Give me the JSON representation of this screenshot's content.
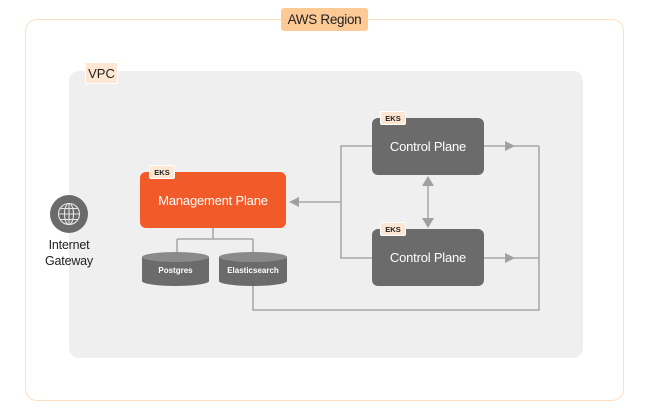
{
  "region": {
    "label": "AWS Region"
  },
  "vpc": {
    "label": "VPC"
  },
  "internet_gateway": {
    "label_line1": "Internet",
    "label_line2": "Gateway",
    "icon": "globe-icon"
  },
  "management_plane": {
    "badge": "EKS",
    "label": "Management Plane"
  },
  "databases": [
    {
      "label": "Postgres"
    },
    {
      "label": "Elasticsearch"
    }
  ],
  "control_planes": [
    {
      "badge": "EKS",
      "label": "Control Plane"
    },
    {
      "badge": "EKS",
      "label": "Control Plane"
    }
  ],
  "colors": {
    "region_border": "#fde0c2",
    "region_label_bg": "#fdc995",
    "vpc_bg": "#efefef",
    "badge_bg": "#fde7d2",
    "management_plane": "#f15a29",
    "control_plane": "#6b6b6b",
    "connector": "#a9a9a9"
  }
}
